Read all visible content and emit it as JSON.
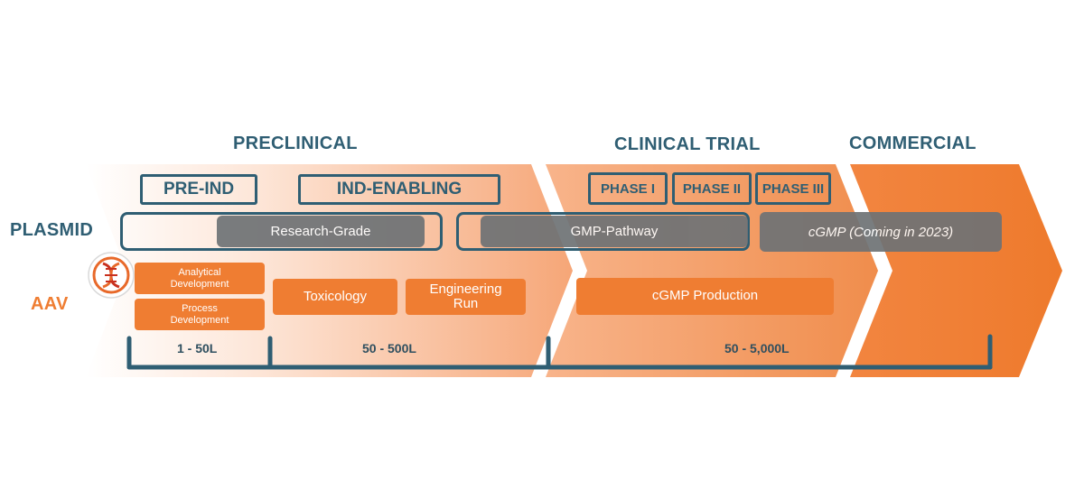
{
  "stages": {
    "preclinical": "PRECLINICAL",
    "clinical": "CLINICAL TRIAL",
    "commercial": "COMMERCIAL"
  },
  "sub_stages": {
    "pre_ind": "PRE-IND",
    "ind_enabling": "IND-ENABLING",
    "phase1": "PHASE I",
    "phase2": "PHASE II",
    "phase3": "PHASE III"
  },
  "rows": {
    "plasmid": "PLASMID",
    "aav": "AAV"
  },
  "plasmid": {
    "research_grade": "Research-Grade",
    "gmp_pathway": "GMP-Pathway",
    "cgmp": "cGMP (Coming in 2023)"
  },
  "aav": {
    "analytical_dev": "Analytical Development",
    "process_dev": "Process Development",
    "toxicology": "Toxicology",
    "engineering_run": "Engineering Run",
    "cgmp_production": "cGMP Production"
  },
  "scale": {
    "s1": "1 - 50L",
    "s2": "50 - 500L",
    "s3": "50 - 5,000L"
  },
  "colors": {
    "accent_orange": "#ef7d32",
    "teal": "#2f5e73",
    "grey_pill": "#6e7275"
  },
  "icons": {
    "logo": "dna-badge-logo"
  }
}
